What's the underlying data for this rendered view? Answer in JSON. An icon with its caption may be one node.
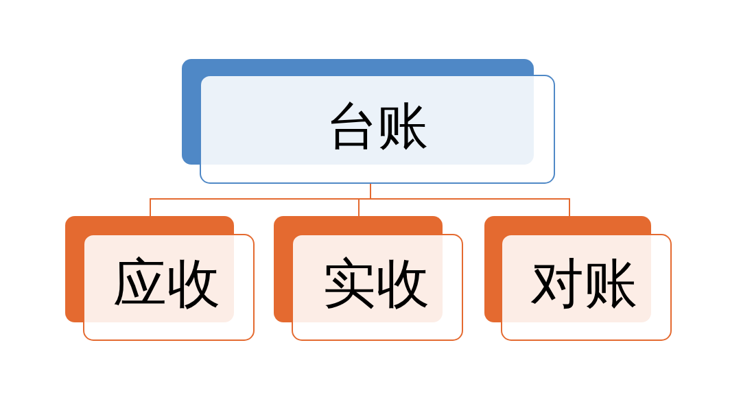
{
  "diagram": {
    "nodes": [
      {
        "text": [
          "台账"
        ]
      },
      {
        "text": [
          "应收"
        ]
      },
      {
        "text": [
          "实收"
        ]
      },
      {
        "text": [
          "对账"
        ]
      }
    ],
    "edges": [
      {
        "from": 0,
        "to": 1,
        "arrow": "none"
      },
      {
        "from": 0,
        "to": 2,
        "arrow": "none"
      },
      {
        "from": 0,
        "to": 3,
        "arrow": "none"
      }
    ]
  }
}
